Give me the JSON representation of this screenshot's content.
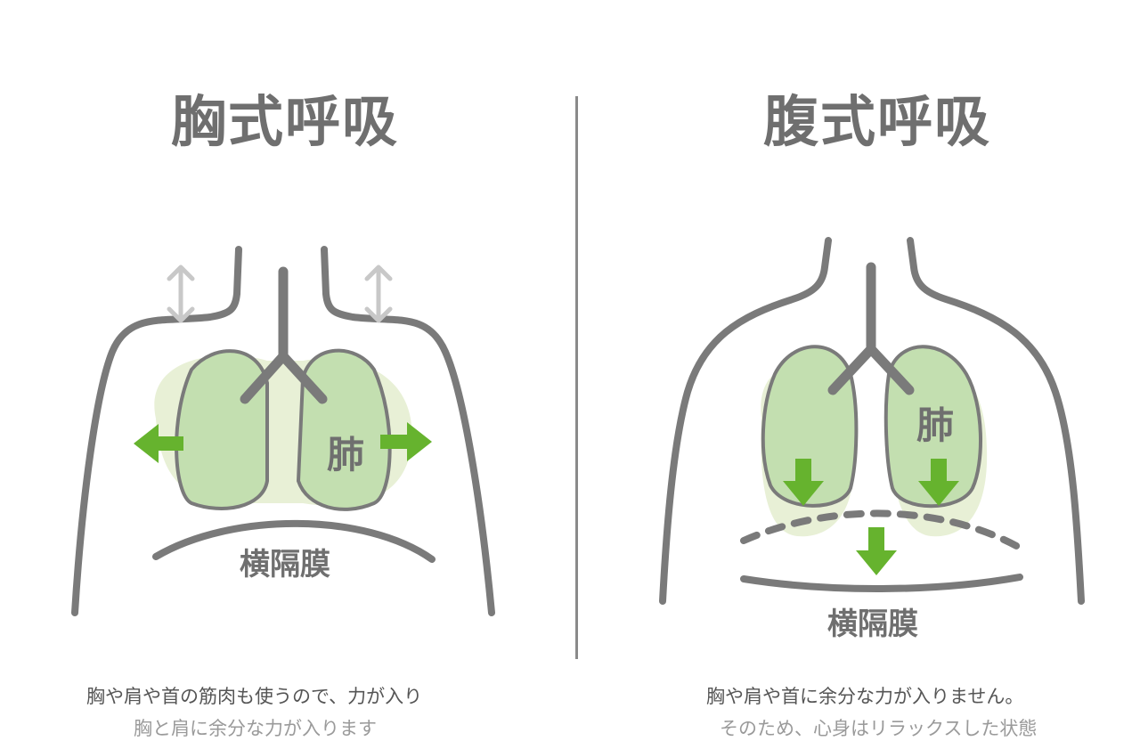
{
  "left": {
    "title": "胸式呼吸",
    "lung_label": "肺",
    "diaphragm_label": "横隔膜",
    "caption_line1": "胸や肩や首の筋肉も使うので、力が入り",
    "caption_line2": "胸と肩に余分な力が入ります"
  },
  "right": {
    "title": "腹式呼吸",
    "lung_label": "肺",
    "diaphragm_label": "横隔膜",
    "caption_line1": "胸や肩や首に余分な力が入りません。",
    "caption_line2": "そのため、心身はリラックスした状態"
  },
  "colors": {
    "outline": "#7a7a7a",
    "lung_fill": "#c3dfb0",
    "halo_fill": "#e8f0d6",
    "arrow_green": "#66b32e",
    "arrow_gray": "#c8c8c8"
  },
  "icons": [
    "arrow-left-icon",
    "arrow-right-icon",
    "arrow-down-icon",
    "double-arrow-vertical-icon"
  ]
}
